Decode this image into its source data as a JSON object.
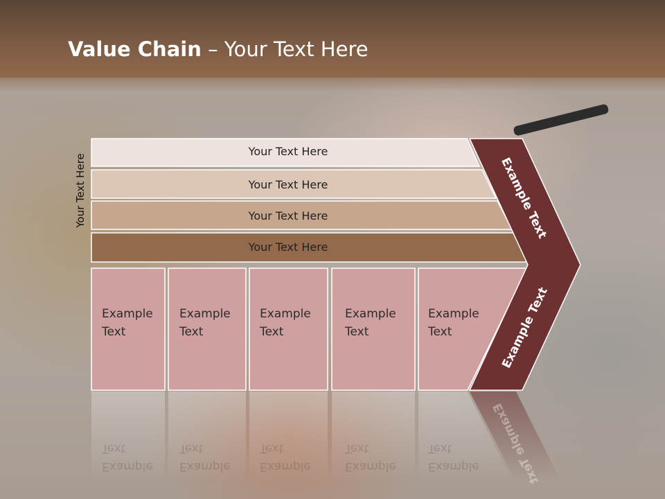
{
  "slide": {
    "title_bold": "Value Chain",
    "title_rest": " – Your Text Here"
  },
  "side_label": "Your Text Here",
  "rows": [
    {
      "label": "Your Text Here",
      "fill": "#ede2dd"
    },
    {
      "label": "Your Text Here",
      "fill": "#dcc6b5"
    },
    {
      "label": "Your Text Here",
      "fill": "#c6a68d"
    },
    {
      "label": "Your Text Here",
      "fill": "#936a4b"
    }
  ],
  "boxes": [
    {
      "line1": "Example",
      "line2": "Text"
    },
    {
      "line1": "Example",
      "line2": "Text"
    },
    {
      "line1": "Example",
      "line2": "Text"
    },
    {
      "line1": "Example",
      "line2": "Text"
    },
    {
      "line1": "Example",
      "line2": "Text"
    }
  ],
  "chevron": {
    "upper_text": "Example Text",
    "lower_text": "Example Text",
    "color": "#6e3131"
  },
  "colors": {
    "box_fill": "#d0a0a0",
    "header_bar": "#7b5b43"
  }
}
